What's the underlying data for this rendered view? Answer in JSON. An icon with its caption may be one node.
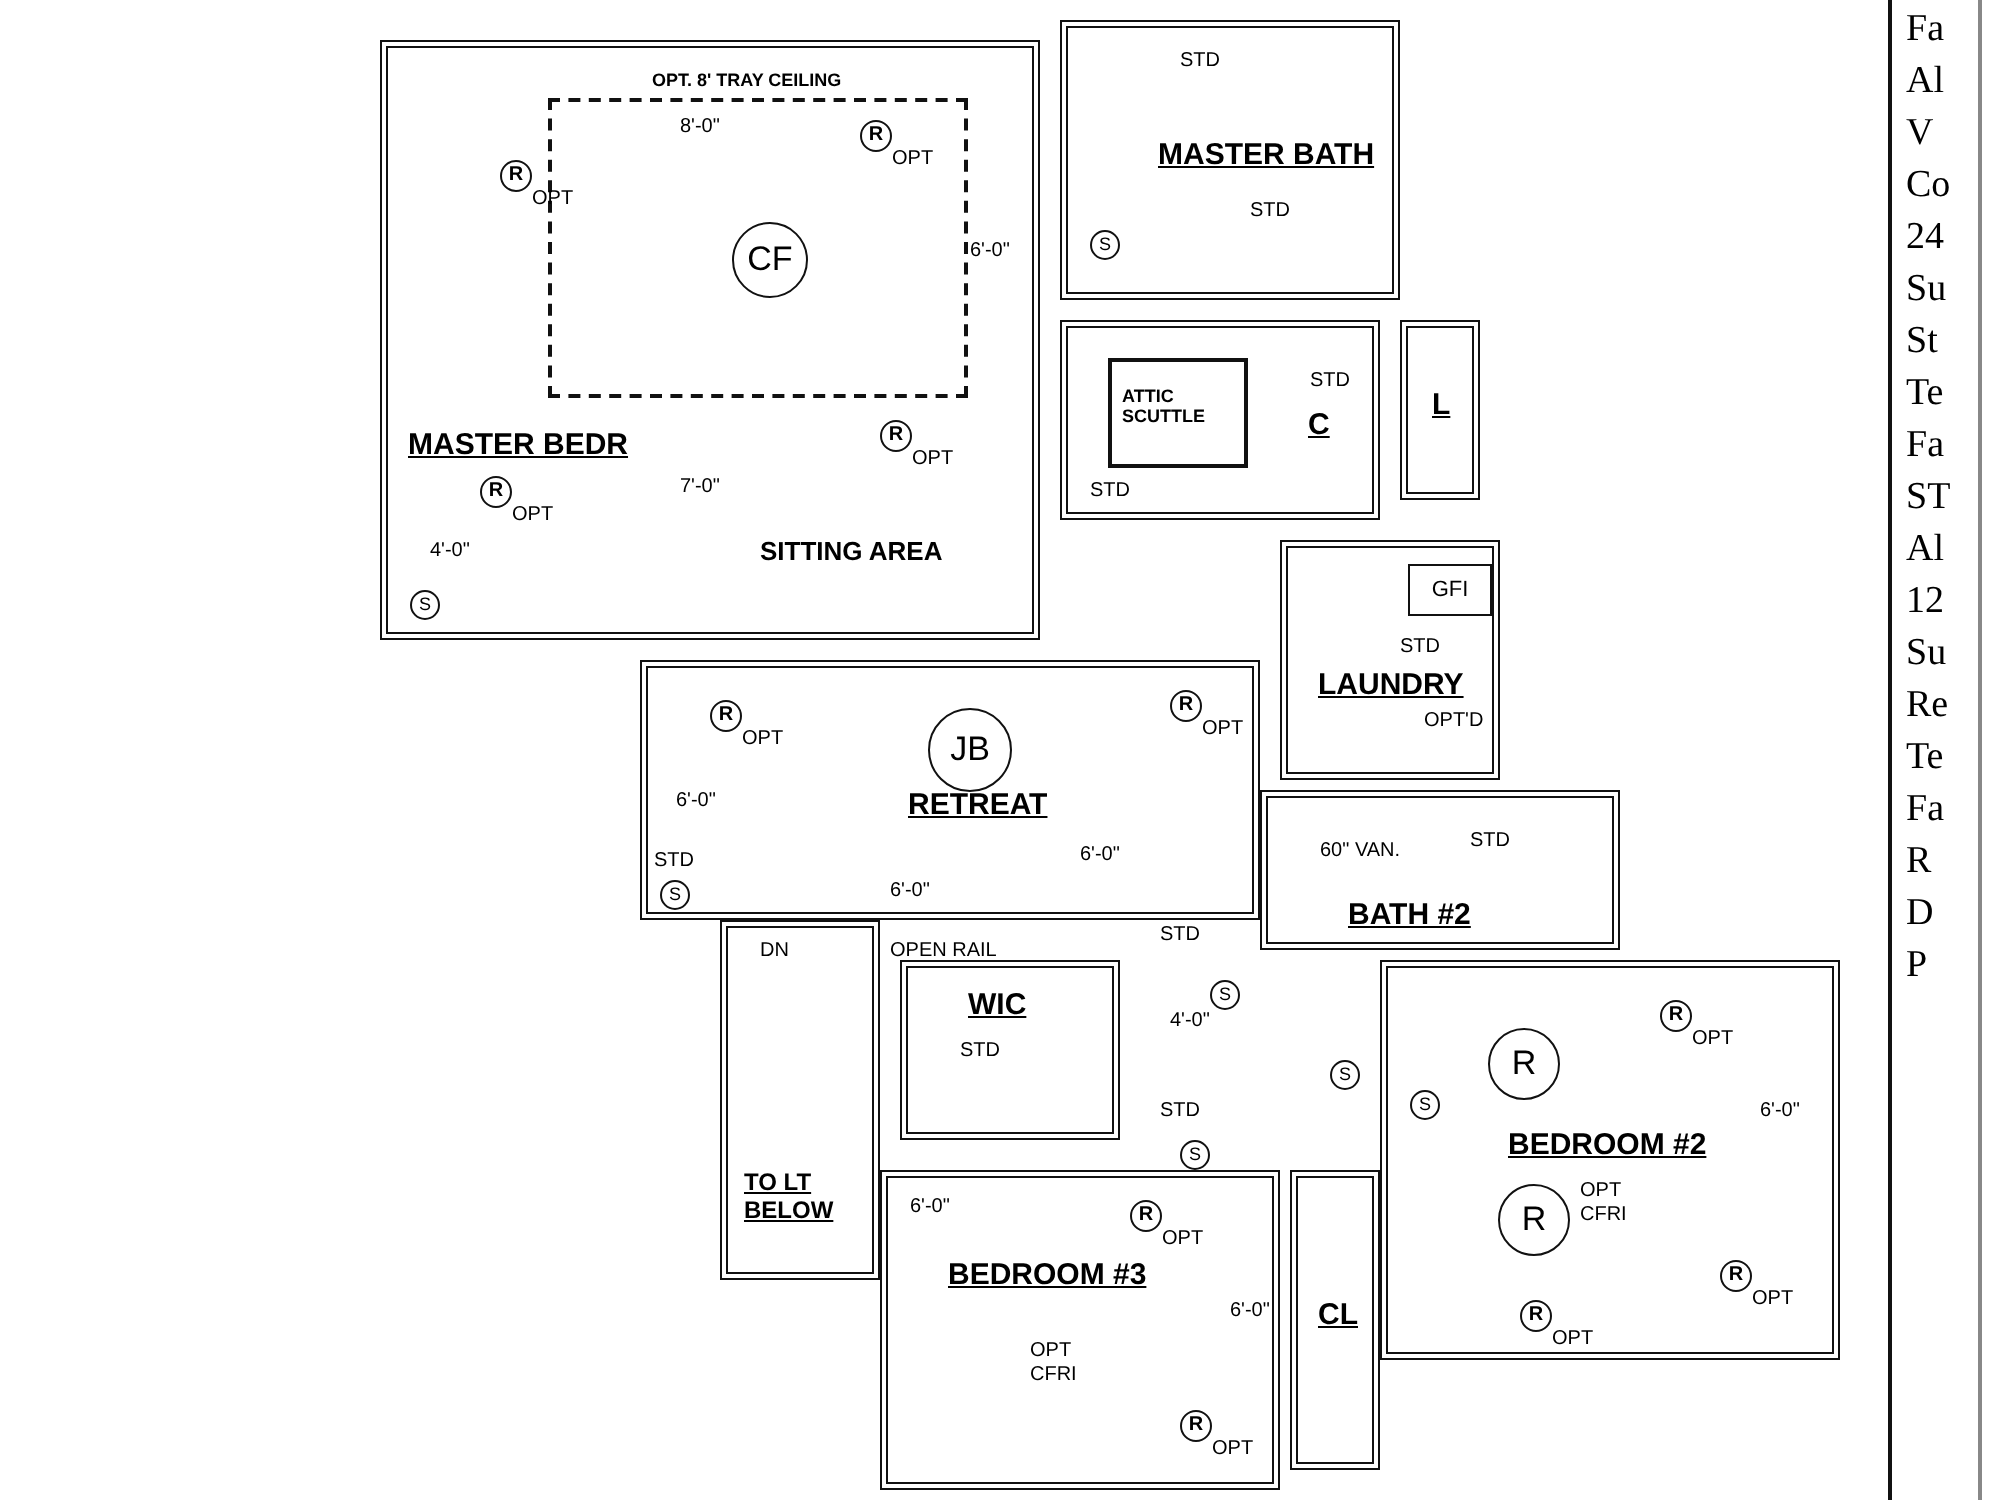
{
  "diagram": {
    "nodes": [
      {
        "text": [
          "MASTER BEDR"
        ]
      },
      {
        "text": [
          "OPT. 8' TRAY CEILING"
        ],
        "in": 0
      },
      {
        "text": [
          "CF"
        ],
        "in": 1
      },
      {
        "text": [
          "MASTER BATH"
        ]
      },
      {
        "text": [
          "C"
        ]
      },
      {
        "text": [
          "ATTIC SCUTTLE"
        ],
        "in": 4
      },
      {
        "text": [
          "L"
        ]
      },
      {
        "text": [
          "LAUNDRY"
        ]
      },
      {
        "text": [
          "GFI"
        ],
        "in": 7
      },
      {
        "text": [
          "RETREAT"
        ]
      },
      {
        "text": [
          "JB"
        ],
        "in": 9
      },
      {
        "text": [
          "BATH #2"
        ]
      },
      {
        "text": [
          "TO LT BELOW"
        ]
      },
      {
        "text": [
          "WIC"
        ]
      },
      {
        "text": [
          "BEDROOM #2"
        ]
      },
      {
        "text": [
          "R"
        ],
        "in": 14
      },
      {
        "text": [
          "R"
        ],
        "in": 14
      },
      {
        "text": [
          "BEDROOM #3"
        ]
      },
      {
        "text": [
          "CL"
        ]
      }
    ],
    "labels": [
      "R",
      "OPT",
      "R",
      "OPT",
      "R",
      "OPT",
      "R",
      "OPT",
      "8'-0\"",
      "6'-0\"",
      "7'-0\"",
      "SITTING AREA",
      "4'-0\"",
      "S",
      "STD",
      "S",
      "STD",
      "STD",
      "STD",
      "STD",
      "OPT'D",
      "R",
      "OPT",
      "R",
      "OPT",
      "6'-0\"",
      "6'-0\"",
      "6'-0\"",
      "STD",
      "S",
      "OPEN RAIL",
      "DN",
      "60\" VAN.",
      "STD",
      "STD",
      "4'-0\"",
      "STD",
      "S",
      "S",
      "STD",
      "R",
      "OPT",
      "6'-0\"",
      "OPT",
      "CFRI",
      "R",
      "OPT",
      "R",
      "OPT",
      "S",
      "6'-0\"",
      "R",
      "OPT",
      "6'-0\"",
      "OPT",
      "CFRI",
      "R",
      "OPT",
      "S",
      "Fa",
      "Al",
      "V",
      "Co",
      "24",
      "Su",
      "St",
      "Te",
      "Fa",
      "ST",
      "Al",
      "12",
      "Su",
      "Re",
      "Te",
      "Fa",
      "R",
      "D",
      "P"
    ]
  }
}
